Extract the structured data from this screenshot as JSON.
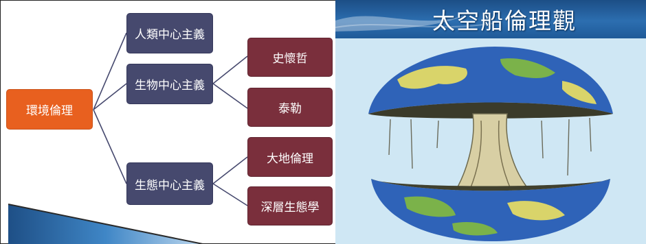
{
  "diagram": {
    "root": {
      "label": "環境倫理"
    },
    "level1": [
      {
        "label": "人類中心主義"
      },
      {
        "label": "生物中心主義"
      },
      {
        "label": "生態中心主義"
      }
    ],
    "level2": [
      {
        "label": "史懷哲"
      },
      {
        "label": "泰勒"
      },
      {
        "label": "大地倫理"
      },
      {
        "label": "深層生態學"
      }
    ]
  },
  "image_panel": {
    "title": "太空船倫理觀",
    "title_bar_color": "#1f5a98",
    "artwork": "earth-tree-illustration"
  },
  "colors": {
    "root": "#e8601f",
    "level1": "#46496e",
    "level2": "#7a2f3c",
    "connector": "#46496e"
  }
}
